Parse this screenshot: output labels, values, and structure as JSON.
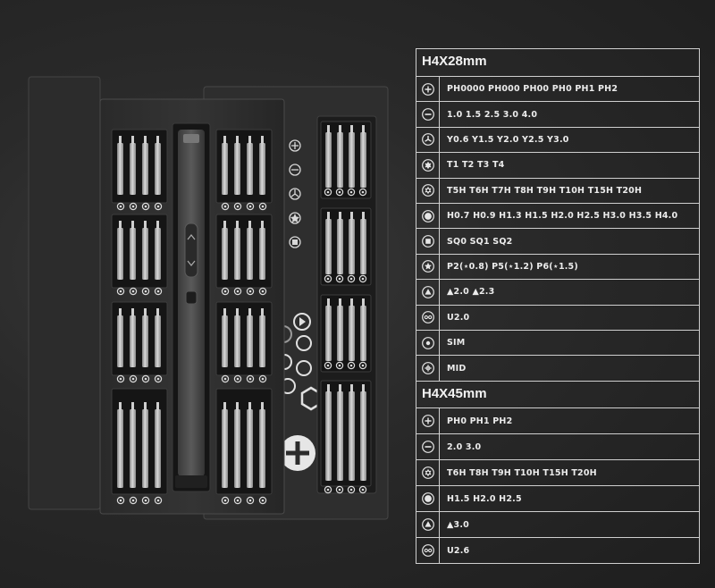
{
  "toolkit_image": {
    "case_icons": [
      "phillips-icon",
      "slot-icon",
      "tri-wing-icon",
      "torx-icon",
      "square-icon",
      "play-icon",
      "hex-large-icon",
      "phillips-large-icon"
    ]
  },
  "spec_table": {
    "section1": {
      "title": "H4X28mm",
      "rows": [
        {
          "icon": "phillips-icon",
          "text": "PH0000  PH000  PH00  PH0  PH1  PH2"
        },
        {
          "icon": "slot-icon",
          "text": "1.0  1.5  2.5  3.0  4.0"
        },
        {
          "icon": "tri-wing-icon",
          "text": " Y0.6  Y1.5   Y2.0  Y2.5  Y3.0"
        },
        {
          "icon": "torx-icon",
          "text": "T1  T2  T3  T4"
        },
        {
          "icon": "torx-hole-icon",
          "text": "T5H  T6H  T7H  T8H  T9H  T10H  T15H  T20H"
        },
        {
          "icon": "hex-icon",
          "text": "H0.7  H0.9  H1.3  H1.5  H2.0  H2.5  H3.0  H3.5  H4.0"
        },
        {
          "icon": "square-icon",
          "text": "SQ0  SQ1  SQ2"
        },
        {
          "icon": "pentalobe-icon",
          "text": "P2(⋆0.8)  P5(⋆1.2)  P6(⋆1.5)"
        },
        {
          "icon": "triangle-icon",
          "text": "▲2.0  ▲2.3"
        },
        {
          "icon": "u-type-icon",
          "text": "U2.0"
        },
        {
          "icon": "sim-icon",
          "text": "SIM"
        },
        {
          "icon": "mid-icon",
          "text": "MID"
        }
      ]
    },
    "section2": {
      "title": "H4X45mm",
      "rows": [
        {
          "icon": "phillips-icon",
          "text": "PH0  PH1  PH2"
        },
        {
          "icon": "slot-icon",
          "text": "2.0  3.0"
        },
        {
          "icon": "torx-hole-icon",
          "text": "T6H  T8H  T9H  T10H  T15H  T20H"
        },
        {
          "icon": "hex-icon",
          "text": "H1.5  H2.0  H2.5"
        },
        {
          "icon": "triangle-icon",
          "text": "▲3.0"
        },
        {
          "icon": "u-type-icon",
          "text": "U2.6"
        }
      ]
    }
  }
}
